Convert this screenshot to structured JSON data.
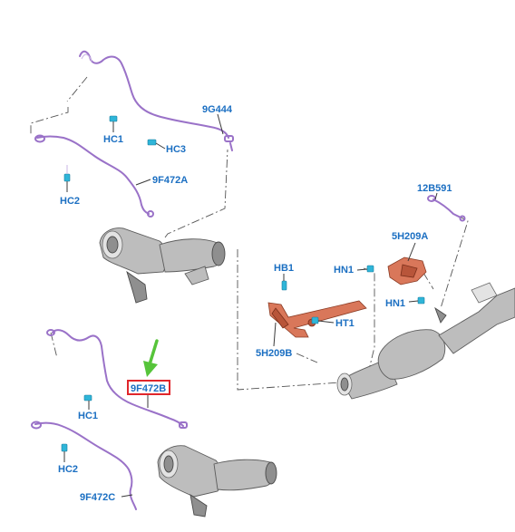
{
  "labels": {
    "sensor_upper": "9G444",
    "clip_hc1_top": "HC1",
    "clip_hc3": "HC3",
    "sensor_9f472a": "9F472A",
    "clip_hc2_top": "HC2",
    "sensor_12b591": "12B591",
    "bracket_5h209a": "5H209A",
    "bolt_hb1": "HB1",
    "nut_hn1_upper": "HN1",
    "nut_hn1_lower": "HN1",
    "bolt_ht1": "HT1",
    "bracket_5h209b": "5H209B",
    "sensor_9f472b": "9F472B",
    "clip_hc1_bottom": "HC1",
    "clip_hc2_bottom": "HC2",
    "sensor_9f472c": "9F472C"
  },
  "colors": {
    "label_text": "#1b6fc2",
    "highlight_box": "#e0262b",
    "arrow": "#56c43a",
    "wire": "#9a72c8",
    "clip": "#2fb5d8",
    "bracket": "#d9775a"
  },
  "highlighted_part": "9F472B",
  "arrow_icon": "down-arrow-icon"
}
